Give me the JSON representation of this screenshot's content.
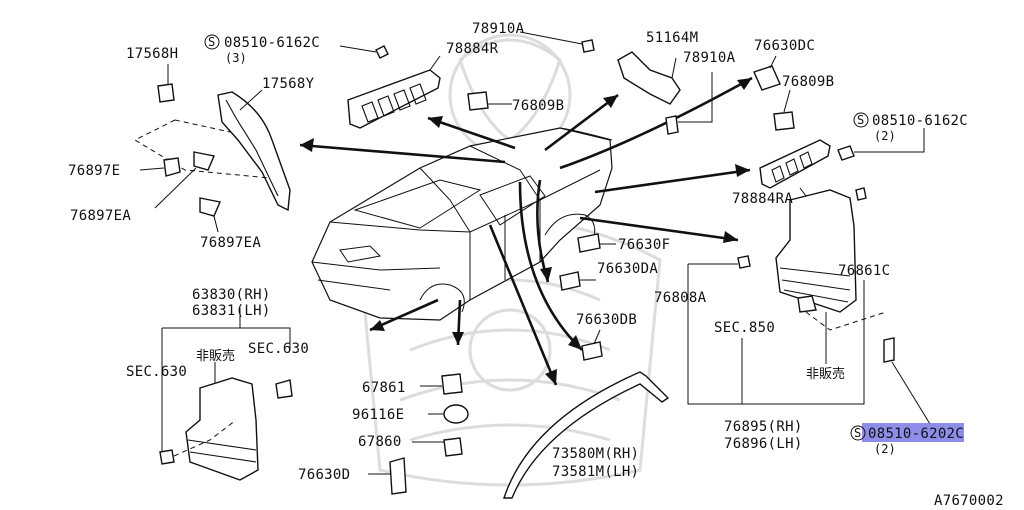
{
  "colors": {
    "line": "#111111",
    "background": "#ffffff",
    "highlight": "#7b79e6",
    "watermark": "#d9d9d9"
  },
  "labels": {
    "p17568H": "17568H",
    "screwTop": "08510-6162C",
    "screwTopQty": "(3)",
    "p78884R": "78884R",
    "p78910A_top": "78910A",
    "p51164M": "51164M",
    "p78910A_mid": "78910A",
    "p76630DC": "76630DC",
    "p17568Y": "17568Y",
    "p76809B_a": "76809B",
    "p76809B_b": "76809B",
    "screwRight": "08510-6162C",
    "screwRightQty": "(2)",
    "p76897E": "76897E",
    "p76897EA_a": "76897EA",
    "p76897EA_b": "76897EA",
    "p78884RA": "78884RA",
    "p76630F": "76630F",
    "p76630DA": "76630DA",
    "p76861C": "76861C",
    "p76808A": "76808A",
    "p63830": "63830(RH)",
    "p63831": "63831(LH)",
    "sec850": "SEC.850",
    "notForSaleLeft": "非販売",
    "sec630a": "SEC.630",
    "sec630b": "SEC.630",
    "p76630DB": "76630DB",
    "notForSaleRight": "非販売",
    "p67861": "67861",
    "p96116E": "96116E",
    "p67860": "67860",
    "p76630D": "76630D",
    "p73580M": "73580M(RH)",
    "p73581M": "73581M(LH)",
    "p76895": "76895(RH)",
    "p76896": "76896(LH)",
    "screwBottom": "08510-6202C",
    "screwBottomQty": "(2)",
    "screwSymbol": "S",
    "diagramCode": "A7670002"
  }
}
